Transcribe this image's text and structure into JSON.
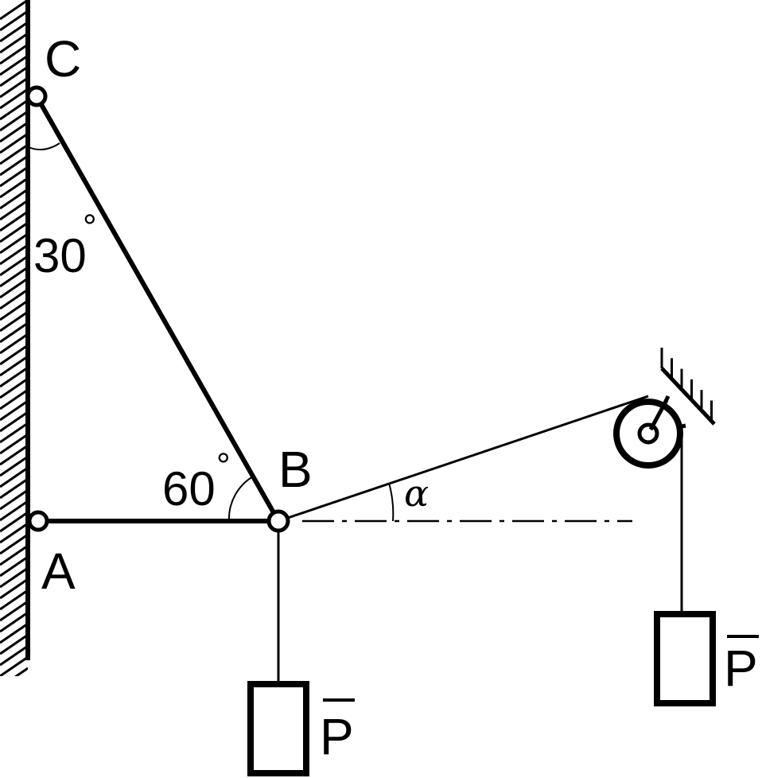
{
  "points": {
    "A": "A",
    "B": "B",
    "C": "C"
  },
  "angles": {
    "wall_angle": "30",
    "bar_angle": "60",
    "degree_mark": "°",
    "cable_angle": "α"
  },
  "loads": {
    "left_load": "P",
    "right_load": "P"
  },
  "colors": {
    "ink": "#000000",
    "background": "#ffffff"
  }
}
